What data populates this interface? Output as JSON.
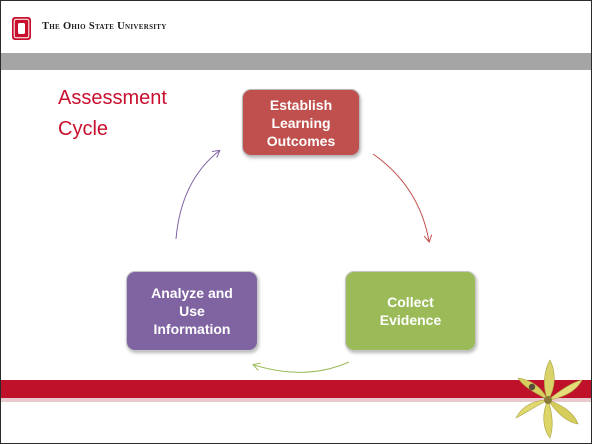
{
  "header": {
    "university_name": "The Ohio State University",
    "logo_icon": "block-o-logo-icon"
  },
  "title": {
    "line1": "Assessment",
    "line2": "Cycle"
  },
  "steps": [
    {
      "label_lines": [
        "Establish",
        "Learning",
        "Outcomes"
      ],
      "color": "#c0504d"
    },
    {
      "label_lines": [
        "Collect",
        "Evidence"
      ],
      "color": "#9bbb59"
    },
    {
      "label_lines": [
        "Analyze and",
        "Use",
        "Information"
      ],
      "color": "#8064a2"
    }
  ],
  "theme": {
    "brand_red": "#c8102e",
    "band_gray": "#a5a5a5",
    "band_red": "#c0112b"
  },
  "decoration_icon": "buckeye-leaf-flower-icon"
}
